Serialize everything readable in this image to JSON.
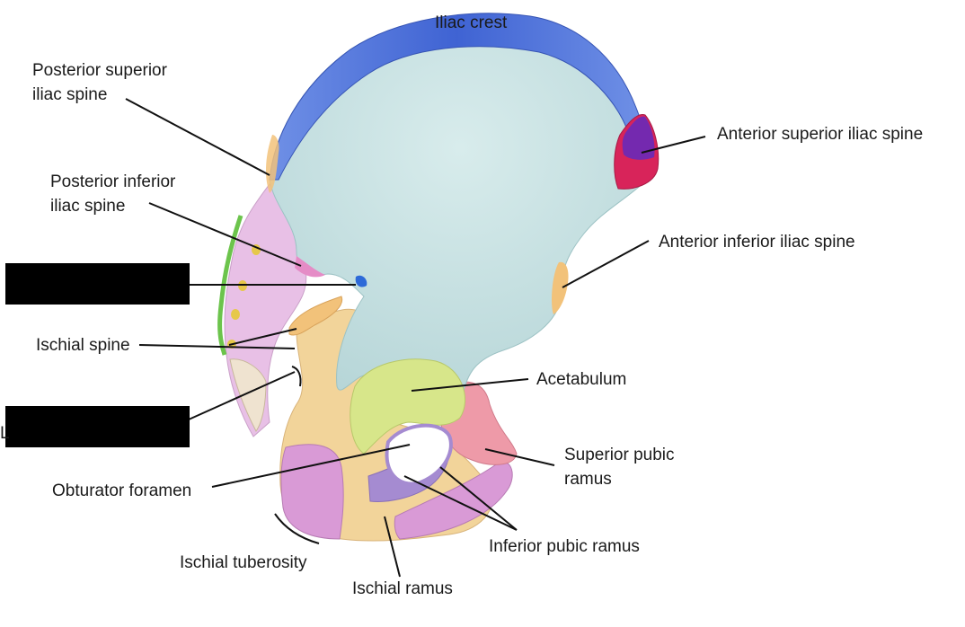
{
  "labels": {
    "iliac_crest": "Iliac crest",
    "posterior_superior_iliac_spine": "Posterior superior\niliac spine",
    "posterior_inferior_iliac_spine": "Posterior inferior\niliac spine",
    "anterior_superior_iliac_spine": "Anterior superior iliac spine",
    "anterior_inferior_iliac_spine": "Anterior inferior iliac spine",
    "ischial_spine": "Ischial spine",
    "acetabulum": "Acetabulum",
    "superior_pubic_ramus": "Superior pubic\nramus",
    "obturator_foramen": "Obturator foramen",
    "inferior_pubic_ramus": "Inferior pubic ramus",
    "ischial_tuberosity": "Ischial tuberosity",
    "ischial_ramus": "Ischial ramus",
    "partial_letter": "L"
  },
  "colors": {
    "ilium": "#c9e3e3",
    "iliac_crest": "#4a72d8",
    "anterior_superior_spine": "#d8245a",
    "anterior_superior_spine_top": "#5b2bc4",
    "ischium": "#f2d49a",
    "pubis": "#ee9aa8",
    "acetabulum": "#d7e68a",
    "ischial_tuberosity": "#d99ad6",
    "inferior_pubic_ramus": "#a58bd1",
    "posterior_border": "#e8c0e6",
    "auricular_dots": "#e6c84a",
    "green_edge": "#6cc44c",
    "redaction": "#000000"
  }
}
